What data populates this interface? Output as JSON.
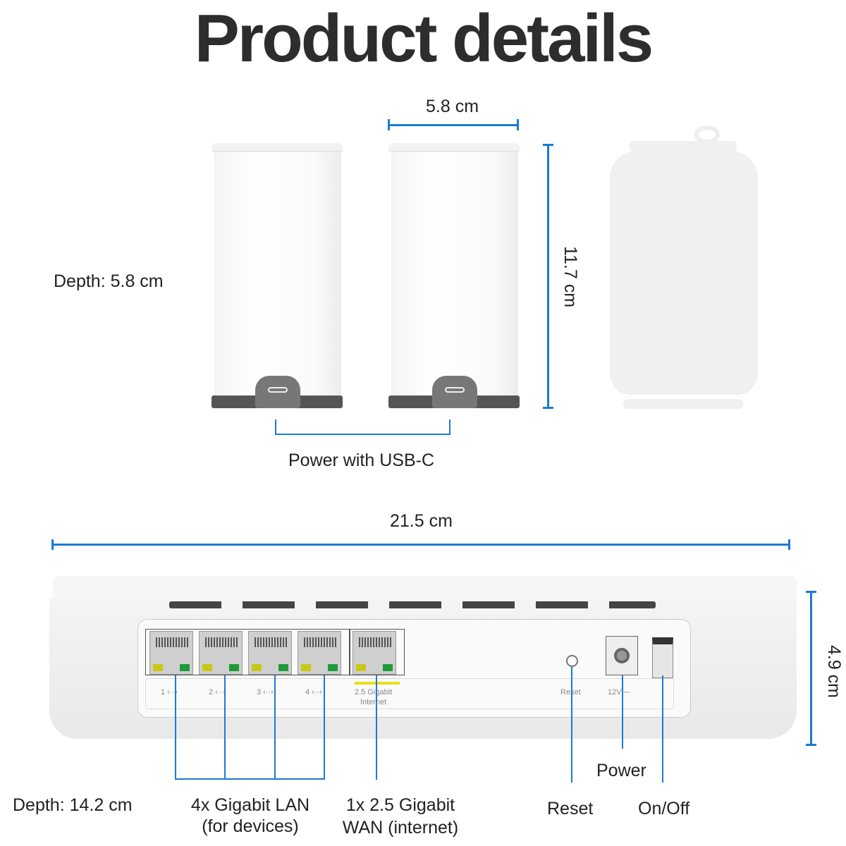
{
  "title": "Product details",
  "node_width": "5.8 cm",
  "node_height": "11.7 cm",
  "node_depth": "Depth: 5.8 cm",
  "node_power": "Power with USB-C",
  "router_width": "21.5 cm",
  "router_height": "4.9 cm",
  "router_depth": "Depth: 14.2 cm",
  "ports": {
    "p1": "1 ‹··›",
    "p2": "2 ‹··›",
    "p3": "3 ‹··›",
    "p4": "4 ‹··›",
    "wan_line1": "2.5 Gigabit",
    "wan_line2": "Internet",
    "reset": "Reset",
    "power": "12V ⎓"
  },
  "callouts": {
    "lan_line1": "4x Gigabit LAN",
    "lan_line2": "(for devices)",
    "wan_line1": "1x 2.5 Gigabit",
    "wan_line2": "WAN (internet)",
    "reset": "Reset",
    "power": "Power",
    "onoff": "On/Off"
  },
  "colors": {
    "accent": "#1b7ad6"
  }
}
